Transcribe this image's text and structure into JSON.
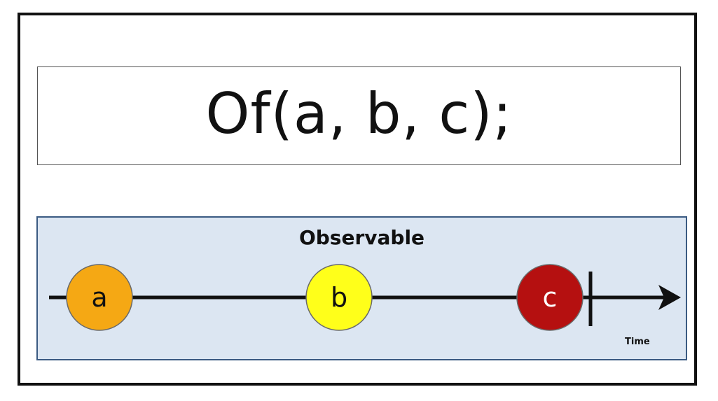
{
  "code": {
    "text": "Of(a, b, c);"
  },
  "observable": {
    "title": "Observable",
    "time_label": "Time",
    "events": [
      {
        "label": "a",
        "fill": "#f5a814",
        "text_color": "#111111"
      },
      {
        "label": "b",
        "fill": "#ffff1a",
        "text_color": "#111111"
      },
      {
        "label": "c",
        "fill": "#b51010",
        "text_color": "#ffffff"
      }
    ],
    "completed": true
  },
  "colors": {
    "panel_fill": "#dce6f2",
    "panel_border": "#3a5a82",
    "line": "#111111"
  }
}
